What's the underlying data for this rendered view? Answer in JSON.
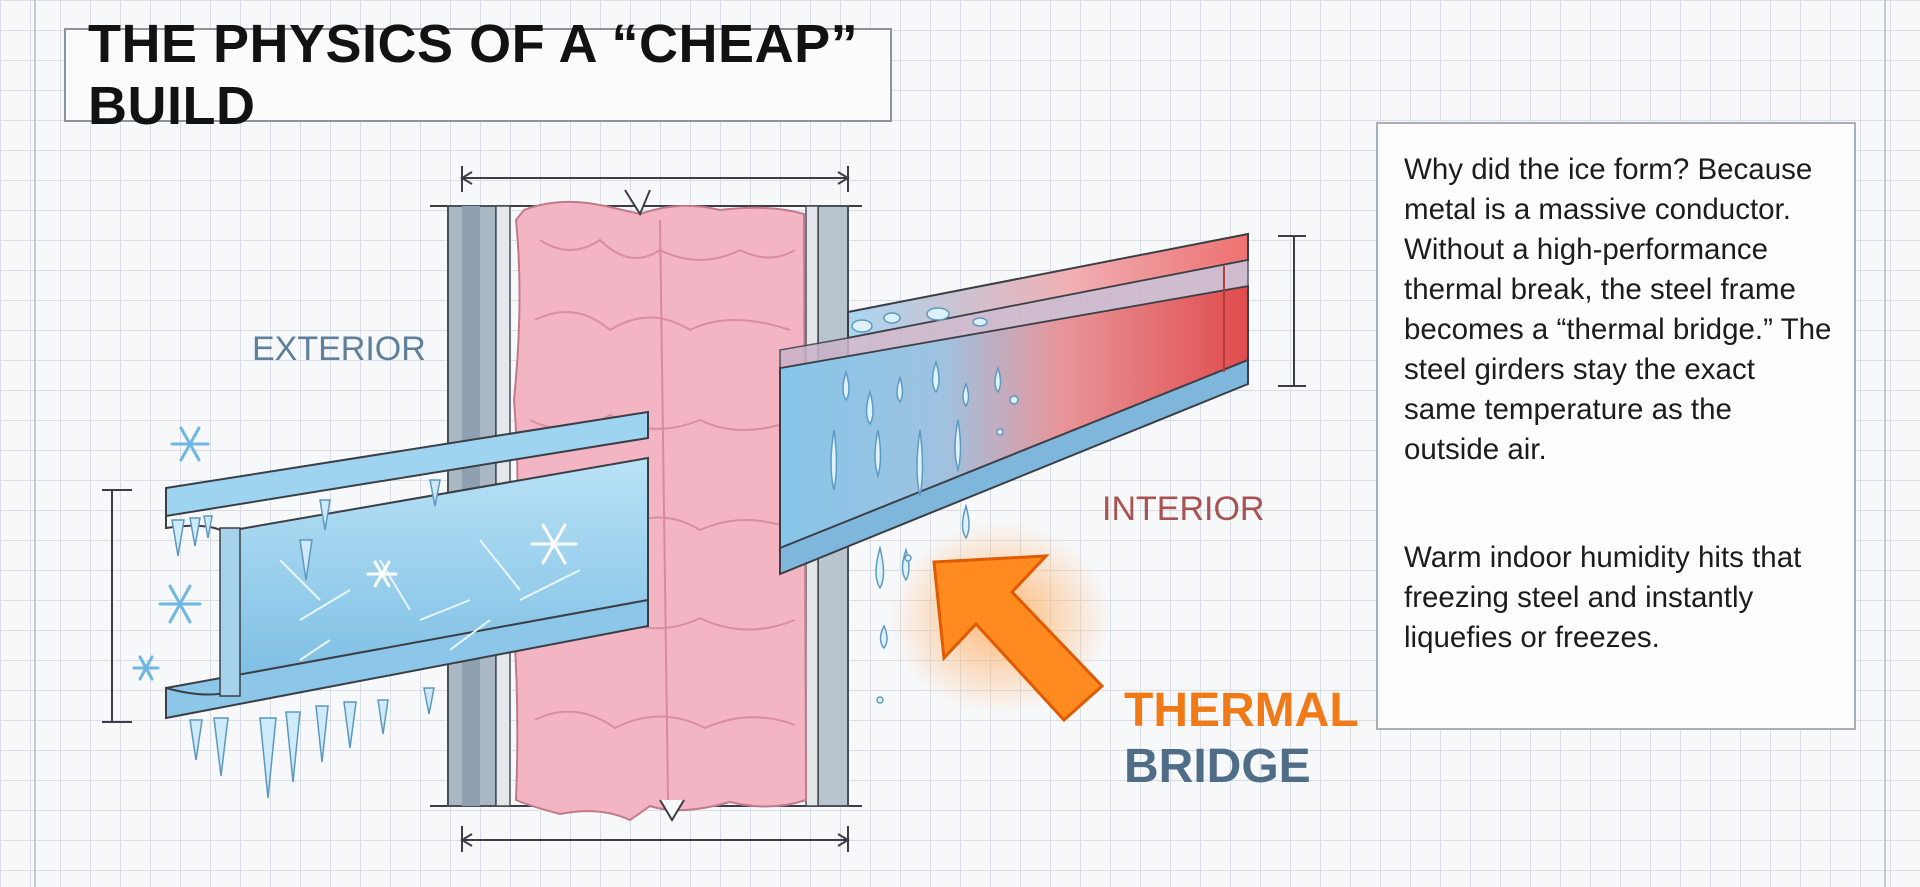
{
  "title": "THE PHYSICS OF A “CHEAP” BUILD",
  "labels": {
    "exterior": "EXTERIOR",
    "interior": "INTERIOR",
    "thermal": "THERMAL",
    "bridge": "BRIDGE"
  },
  "explanation": {
    "paragraph_1": "Why did the ice form? Because metal is a massive conductor. Without a high-performance thermal break, the steel frame becomes a “thermal bridge.” The steel girders stay the exact same temperature as the outside air.",
    "paragraph_2": "Warm indoor humidity hits that freezing steel and instantly liquefies or freezes."
  },
  "colors": {
    "cold_steel": "#8fcbea",
    "warm_steel": "#e04848",
    "insulation": "#f2b6c4",
    "arrow": "#ff7a12",
    "thermal_text": "#f07a18",
    "bridge_text": "#4f6d86",
    "exterior_text": "#5f7f9b",
    "interior_text": "#a85252"
  },
  "icons": [
    "snowflake-icon",
    "ice-icon",
    "water-drop-icon",
    "arrow-icon"
  ]
}
